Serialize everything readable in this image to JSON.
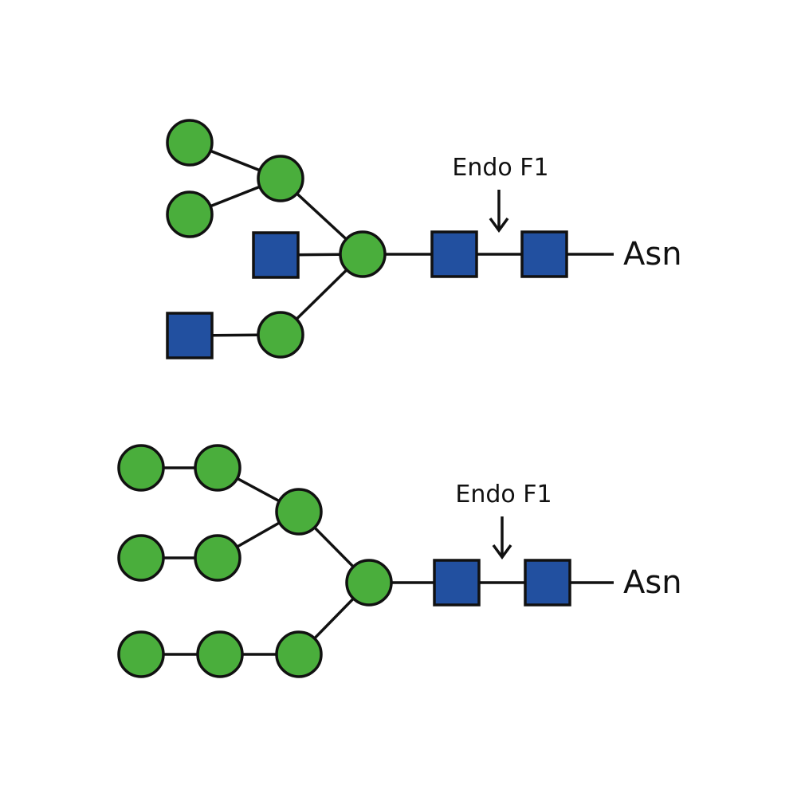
{
  "colors": {
    "mannose": "#4aae3c",
    "glcnac": "#2250a0",
    "line": "#111111"
  },
  "glycans": [
    {
      "enzyme_label": "Endo F1",
      "anchor_label": "Asn"
    },
    {
      "enzyme_label": "Endo F1",
      "anchor_label": "Asn"
    }
  ]
}
